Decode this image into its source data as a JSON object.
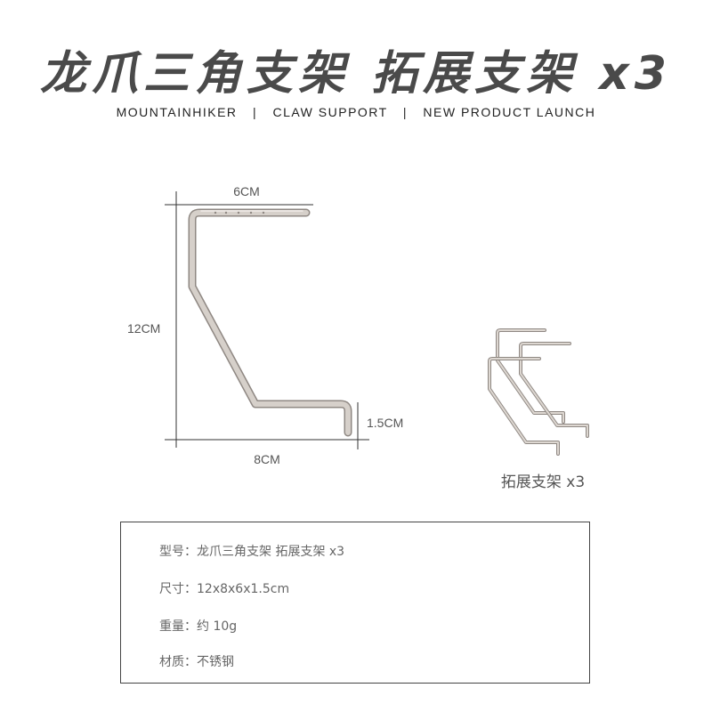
{
  "title": "龙爪三角支架 拓展支架 x3",
  "tagline": {
    "items": [
      "MOUNTAINHIKER",
      "CLAW SUPPORT",
      "NEW PRODUCT LAUNCH"
    ],
    "separator": "|"
  },
  "diagram": {
    "top_width": "6CM",
    "height": "12CM",
    "foot_height": "1.5CM",
    "bottom_width": "8CM"
  },
  "extension_caption": "拓展支架 x3",
  "specs": [
    {
      "label": "型号：",
      "value": "龙爪三角支架  拓展支架 x3"
    },
    {
      "label": "尺寸：",
      "value": "12x8x6x1.5cm"
    },
    {
      "label": "重量：",
      "value": "约 10g"
    },
    {
      "label": "材质：",
      "value": "不锈钢"
    }
  ],
  "colors": {
    "wire": "#c9c2bc",
    "wire_edge": "#8f8883",
    "dimension_line": "#333333",
    "title": "#4a4a4a",
    "border": "#444444"
  }
}
